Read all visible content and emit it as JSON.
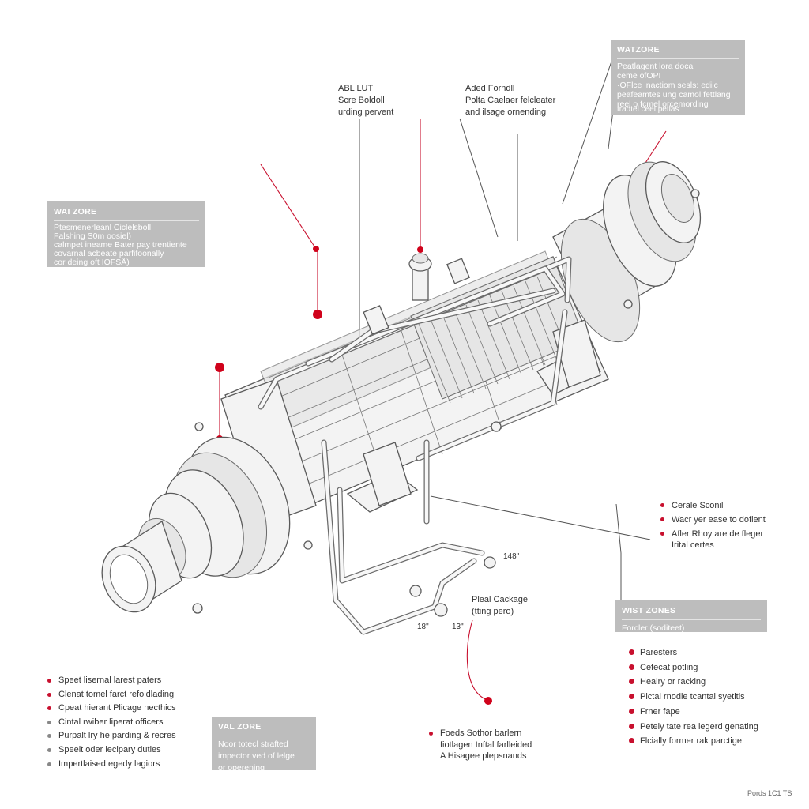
{
  "labels": {
    "top_left_callout": [
      "ABL LUT",
      "Scre Boldoll",
      "urding pervent"
    ],
    "top_mid_callout": [
      "Aded Forndll",
      "Polta Caelaer felcleater",
      "and ilsage ornending"
    ],
    "pipe_callout": [
      "Pleal Cackage",
      "(tting pero)"
    ],
    "dim_148": "148\"",
    "dim_18": "18\"",
    "dim_13": "13\"",
    "footer": "Pords 1C1 TS"
  },
  "zones": {
    "top_right": {
      "title": "WATZORE",
      "lines": [
        "Peatlagent lora docal",
        "ceme ofOPI",
        "·OFlce inactiom sesls: ediic",
        "peafeamtes ung camol fettlang",
        "reel o fcmel orcemording",
        "tradtel ceel petlas"
      ]
    },
    "left": {
      "title": "WAI ZORE",
      "lines": [
        "Ptesmenerleanl Ciclelsboll",
        "Falshing S0m oosiel)",
        "calmpet ineame Bater pay trentiente",
        "covarnal acbeate parfifoonally",
        "cor deing oft IOFSÅ)"
      ]
    },
    "right": {
      "title": "WIST ZONES",
      "lines": [
        "Forcler (soditeet)"
      ]
    },
    "bottom_mid": {
      "title": "VAL ZORE",
      "lines": [
        "Noor totecl strafted",
        "impector ved of lelge",
        "or operening"
      ]
    }
  },
  "lists": {
    "right_top": [
      "Cerale Sconil",
      "Wacr yer ease to dofient",
      "Afler Rhoy are de fleger",
      "Irital certes"
    ],
    "right_bottom": [
      "Paresters",
      "Cefecat potling",
      "Healry or racking",
      "Pictal rnodle tcantal syetitis",
      "Frner fape",
      "Petely tate rea legerd genating",
      "Flcially former rak parctige"
    ],
    "bottom_left": [
      "Speet lisernal larest paters",
      "Clenat tomel farct refoldlading",
      "Cpeat hierant Plicage necthics",
      "Cintal rwiber liperat officers",
      "Purpalt lry he parding & recres",
      "Speelt oder leclpary duties",
      "Impertlaised egedy lagiors"
    ],
    "bottom_center": [
      "Foeds Sothor barlern",
      "fiotlagen Inftal farlleided",
      "A Hisagee plepsnands"
    ]
  },
  "colors": {
    "accent_red": "#c8102e",
    "zone_gray": "#bdbdbd",
    "line_gray": "#555555"
  }
}
